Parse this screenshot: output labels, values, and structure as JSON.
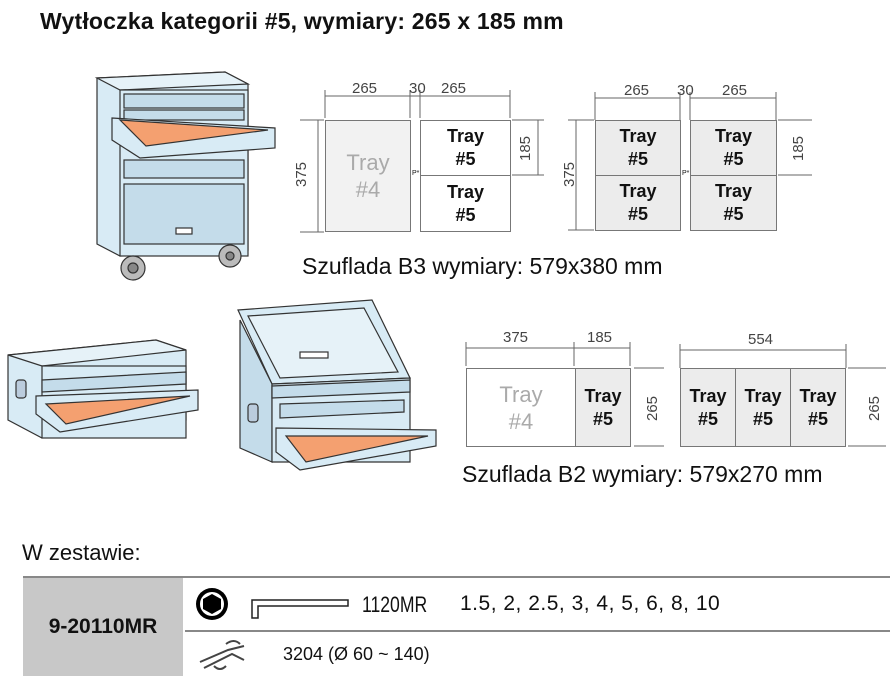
{
  "title": "Wytłoczka kategorii #5, wymiary: 265 x 185 mm",
  "b3": {
    "caption": "Szuflada B3 wymiary: 579x380 mm",
    "layout1": {
      "dims": {
        "w1": "265",
        "gap": "30",
        "w2": "265",
        "h": "375",
        "h_small": "185"
      },
      "tray4": [
        "Tray",
        "#4"
      ],
      "tray5_top": [
        "Tray",
        "#5"
      ],
      "tray5_bottom": [
        "Tray",
        "#5"
      ],
      "spacer_mark": "P*"
    },
    "layout2": {
      "dims": {
        "w1": "265",
        "gap": "30",
        "w2": "265",
        "h": "375",
        "h_small": "185"
      },
      "trays": [
        [
          "Tray",
          "#5"
        ],
        [
          "Tray",
          "#5"
        ],
        [
          "Tray",
          "#5"
        ],
        [
          "Tray",
          "#5"
        ]
      ],
      "spacer_mark": "P*"
    }
  },
  "b2": {
    "caption": "Szuflada B2 wymiary: 579x270 mm",
    "layout1": {
      "dims": {
        "w1": "375",
        "w2": "185",
        "h": "265"
      },
      "tray4": [
        "Tray",
        "#4"
      ],
      "tray5": [
        "Tray",
        "#5"
      ]
    },
    "layout2": {
      "dims": {
        "w": "554",
        "h": "265"
      },
      "trays": [
        [
          "Tray",
          "#5"
        ],
        [
          "Tray",
          "#5"
        ],
        [
          "Tray",
          "#5"
        ]
      ]
    }
  },
  "set": {
    "heading": "W zestawie:",
    "part_number": "9-20110MR",
    "items": [
      {
        "model": "1120MR",
        "sizes": "1.5, 2, 2.5, 3, 4, 5, 6, 8, 10",
        "icon": "hex-key-icon"
      },
      {
        "model": "3204 (Ø 60 ~ 140)",
        "icon": "circlip-pliers-icon"
      }
    ]
  },
  "colors": {
    "cabinet": "#d8ebf5",
    "drawer_insert": "#f4a070",
    "tray4_bg": "#f2f2f2",
    "tray5_bg": "#e8e8e8",
    "part_bg": "#c8c8c8"
  }
}
